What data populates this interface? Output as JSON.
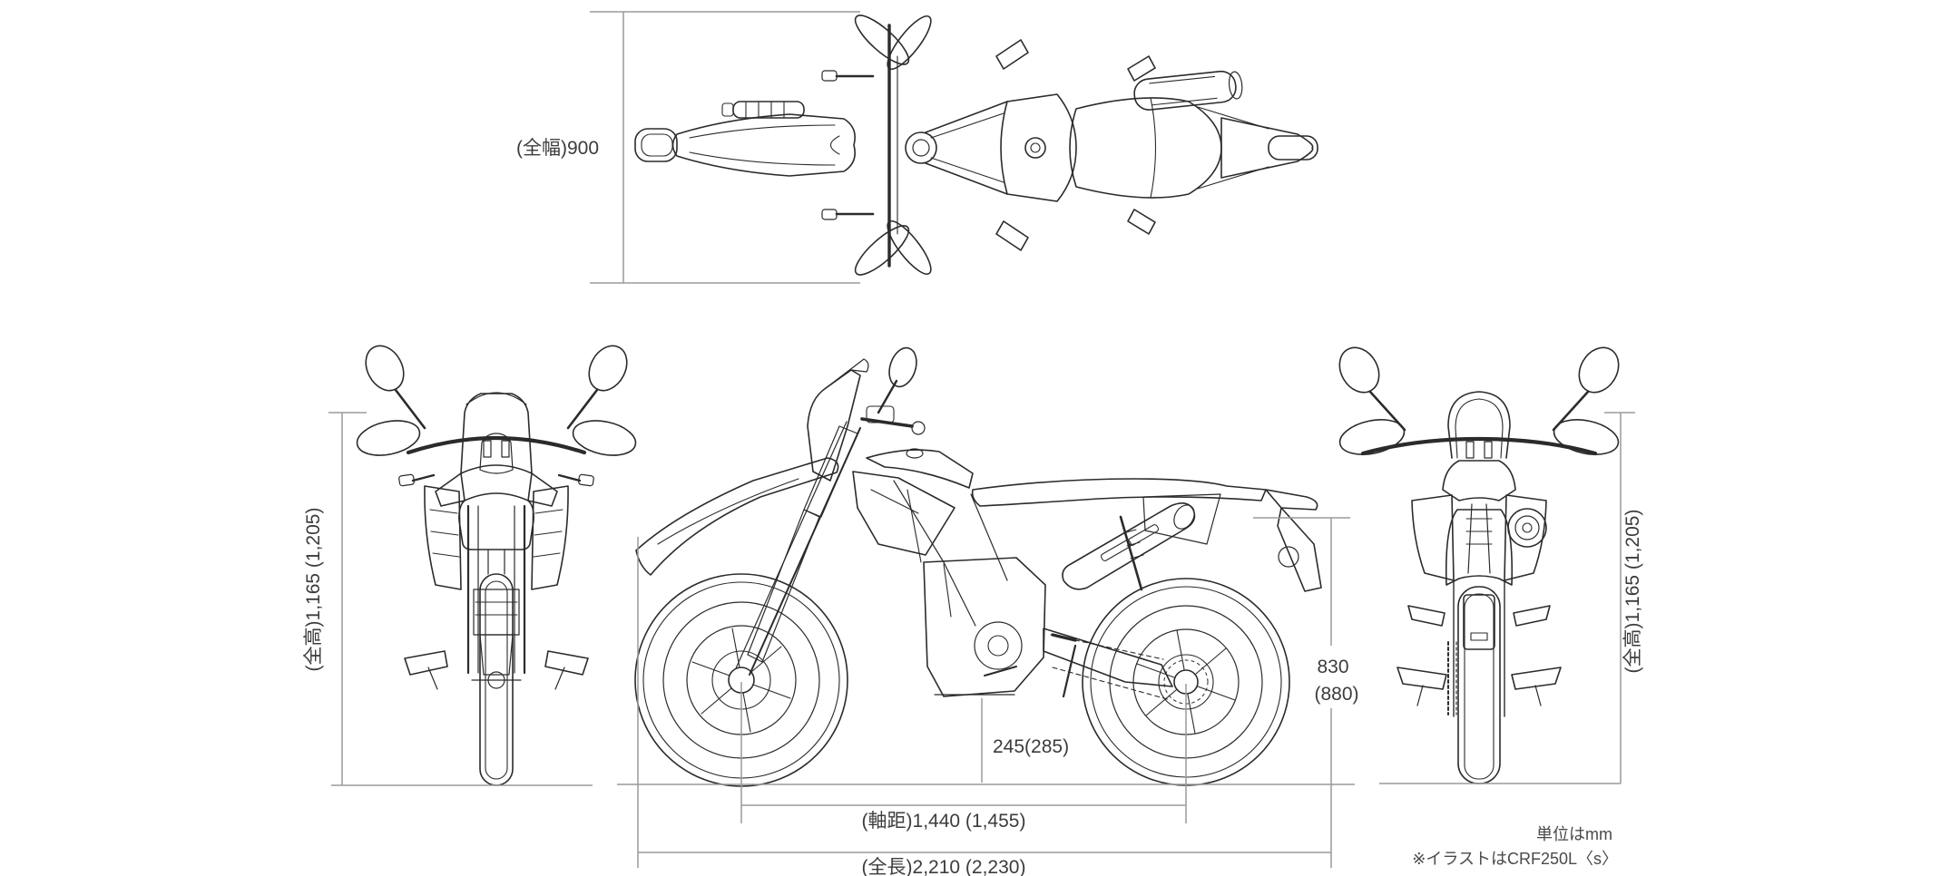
{
  "diagram": {
    "dimensions": {
      "overall_width": "(全幅)900",
      "overall_height_front": "(全高)1,165 (1,205)",
      "overall_height_rear": "(全高)1,165 (1,205)",
      "seat_height_value": "830",
      "seat_height_alt": "(880)",
      "ground_clearance": "245(285)",
      "wheelbase": "(軸距)1,440 (1,455)",
      "overall_length": "(全長)2,210 (2,230)"
    },
    "notes": {
      "unit": "単位はmm",
      "model": "※イラストはCRF250L〈s〉"
    },
    "colors": {
      "artwork_line": "#2b2b2b",
      "dimension_line": "#9a9a9a",
      "label_text": "#3c3c3c",
      "background": "#ffffff"
    }
  }
}
